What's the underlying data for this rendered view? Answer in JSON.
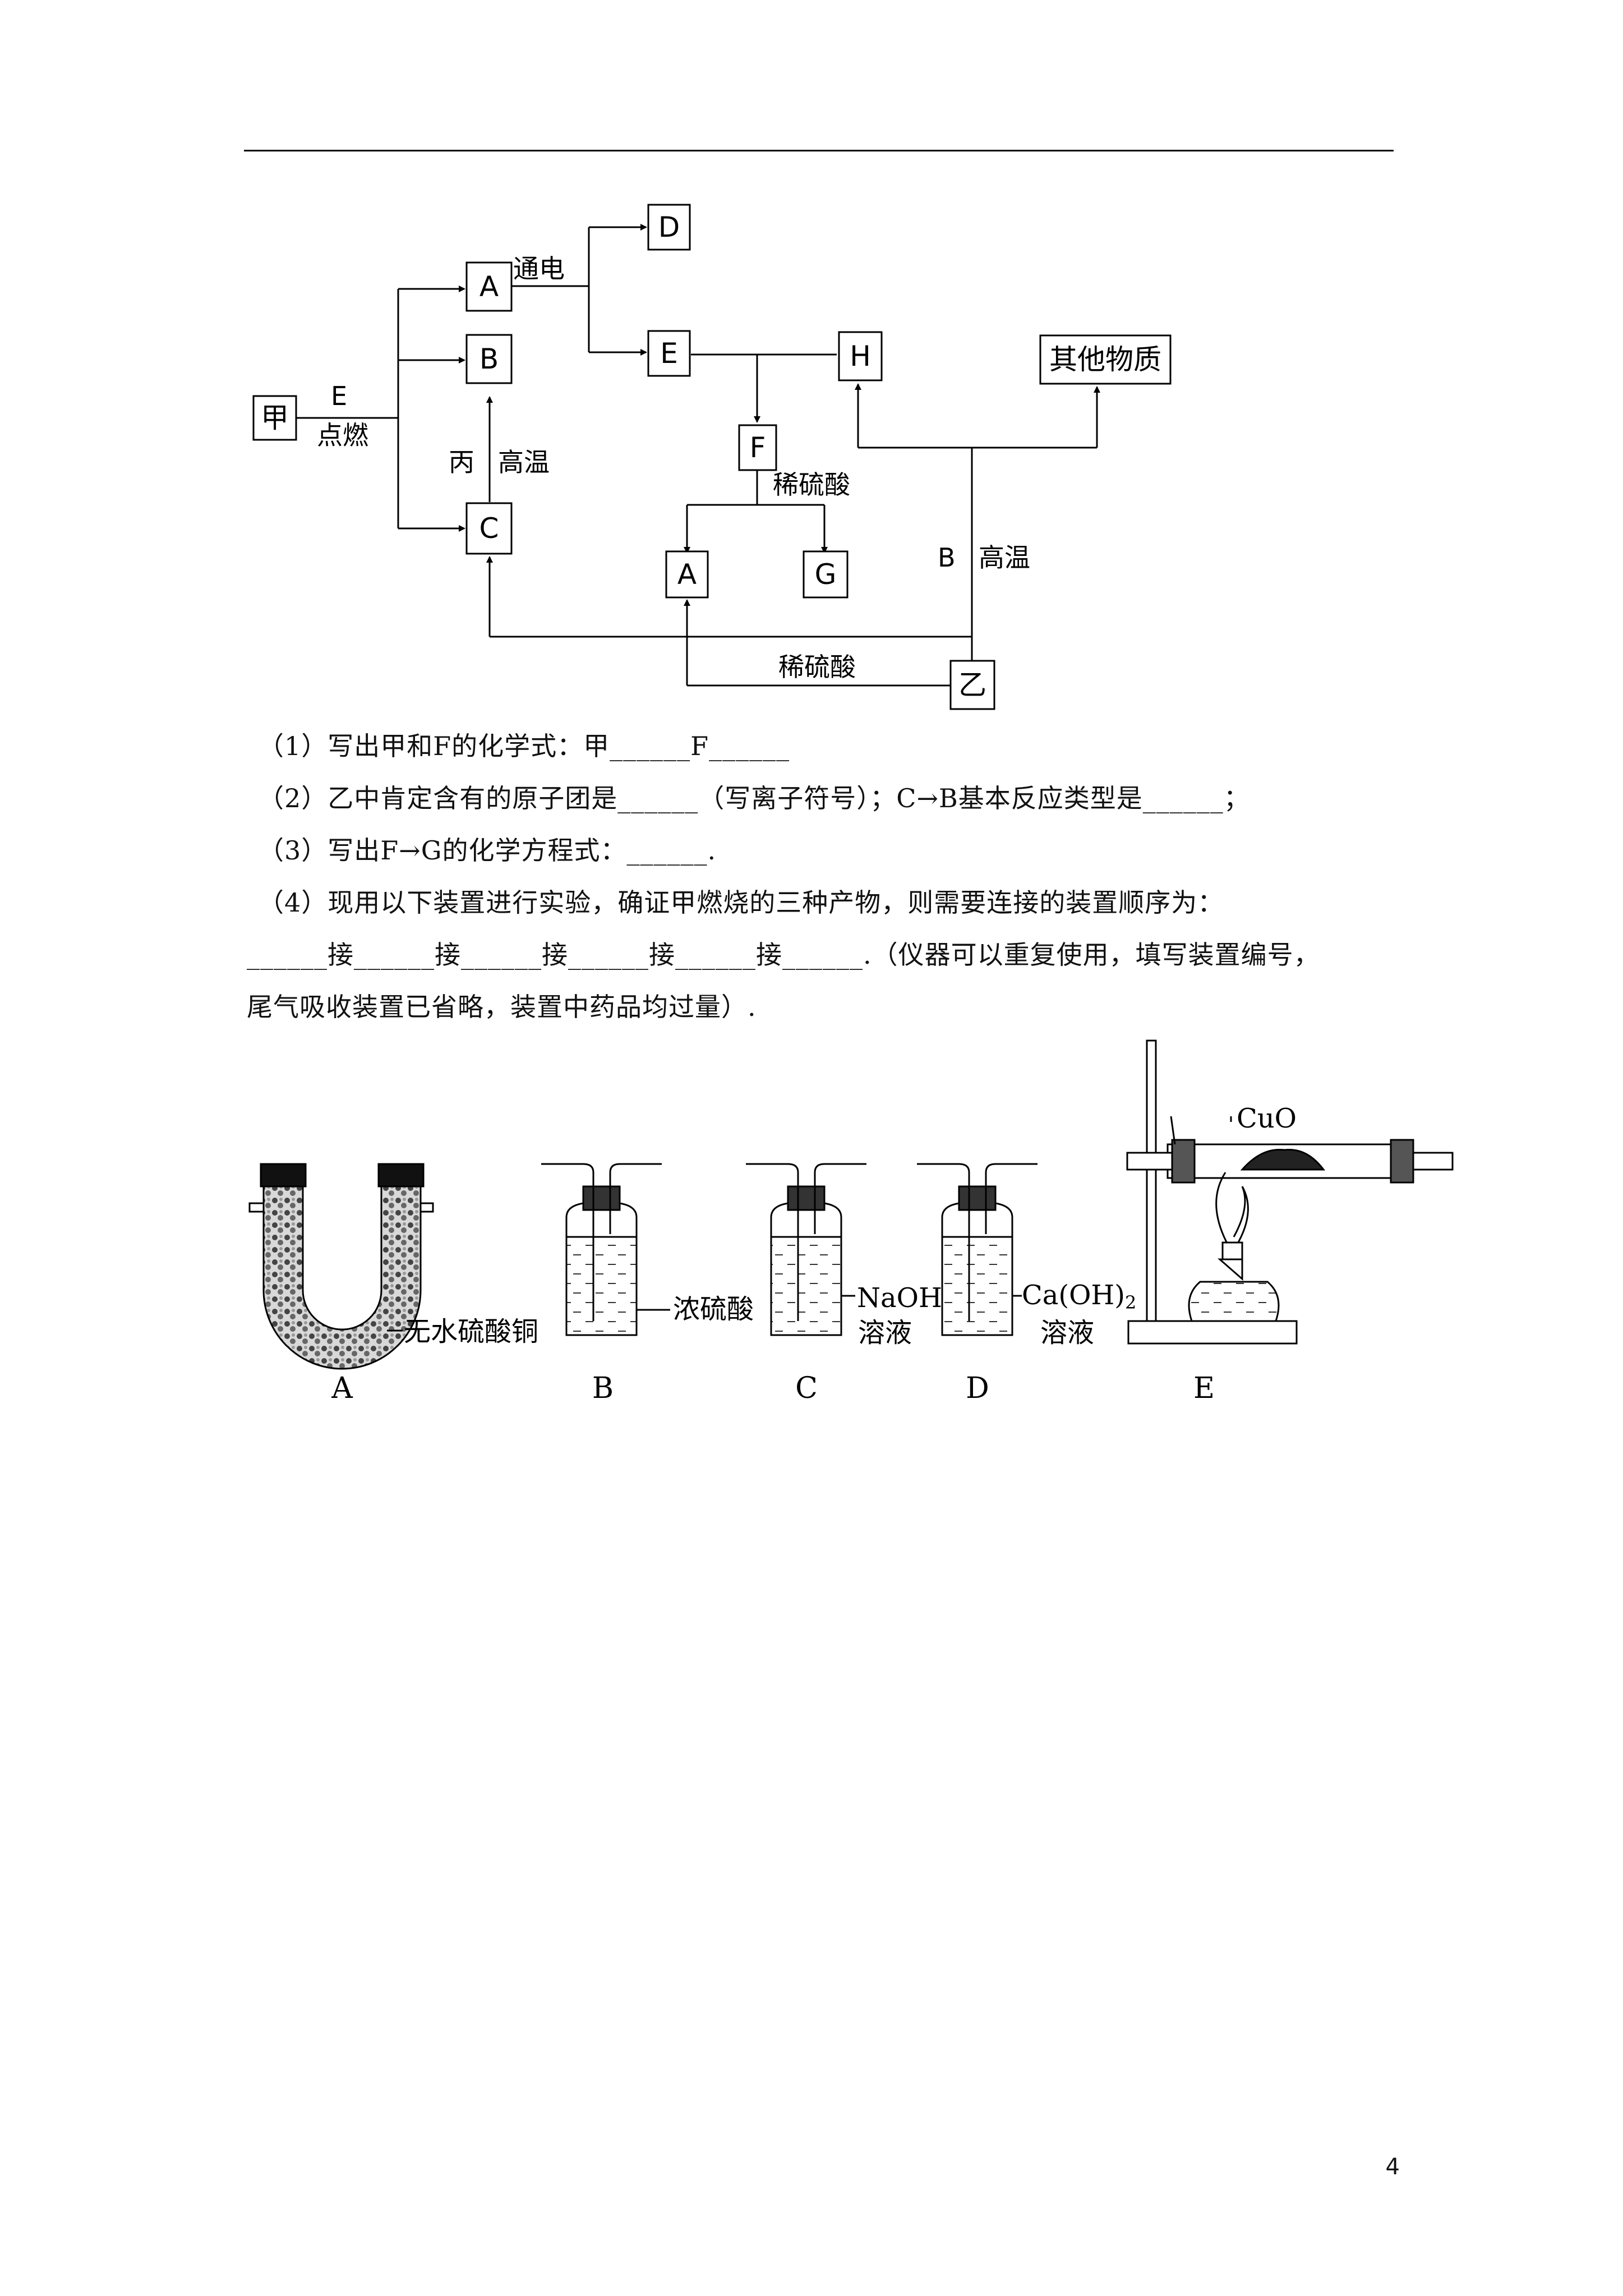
{
  "flow": {
    "nodes": {
      "jia": "甲",
      "A1": "A",
      "B1": "B",
      "C1": "C",
      "D": "D",
      "E": "E",
      "F": "F",
      "H": "H",
      "A2": "A",
      "G": "G",
      "yi": "乙",
      "other": "其他物质"
    },
    "labels": {
      "E_cond": "E",
      "ignite": "点燃",
      "electrolysis": "通电",
      "bing": "丙",
      "high_temp_1": "高温",
      "dilute_h2so4_1": "稀硫酸",
      "B_cond": "B",
      "high_temp_2": "高温",
      "dilute_h2so4_2": "稀硫酸"
    }
  },
  "questions": {
    "q1": "（1）写出甲和F的化学式：甲______F______",
    "q2": "（2）乙中肯定含有的原子团是______（写离子符号）；C→B基本反应类型是______；",
    "q3": "（3）写出F→G的化学方程式：______.",
    "q4_line1": "（4）现用以下装置进行实验，确证甲燃烧的三种产物，则需要连接的装置顺序为：",
    "q4_line2": "______接______接______接______接______接______.（仪器可以重复使用，填写装置编号，",
    "q4_line3": "尾气吸收装置已省略，装置中药品均过量）."
  },
  "apparatus": {
    "A_reagent": "无水硫酸铜",
    "B_reagent": "浓硫酸",
    "C_reagent_1": "NaOH",
    "C_reagent_2": "溶液",
    "D_reagent_1": "Ca(OH)",
    "D_reagent_sub": "2",
    "D_reagent_2": "溶液",
    "E_reagent": "CuO",
    "captions": [
      "A",
      "B",
      "C",
      "D",
      "E"
    ]
  },
  "page_number": "4"
}
